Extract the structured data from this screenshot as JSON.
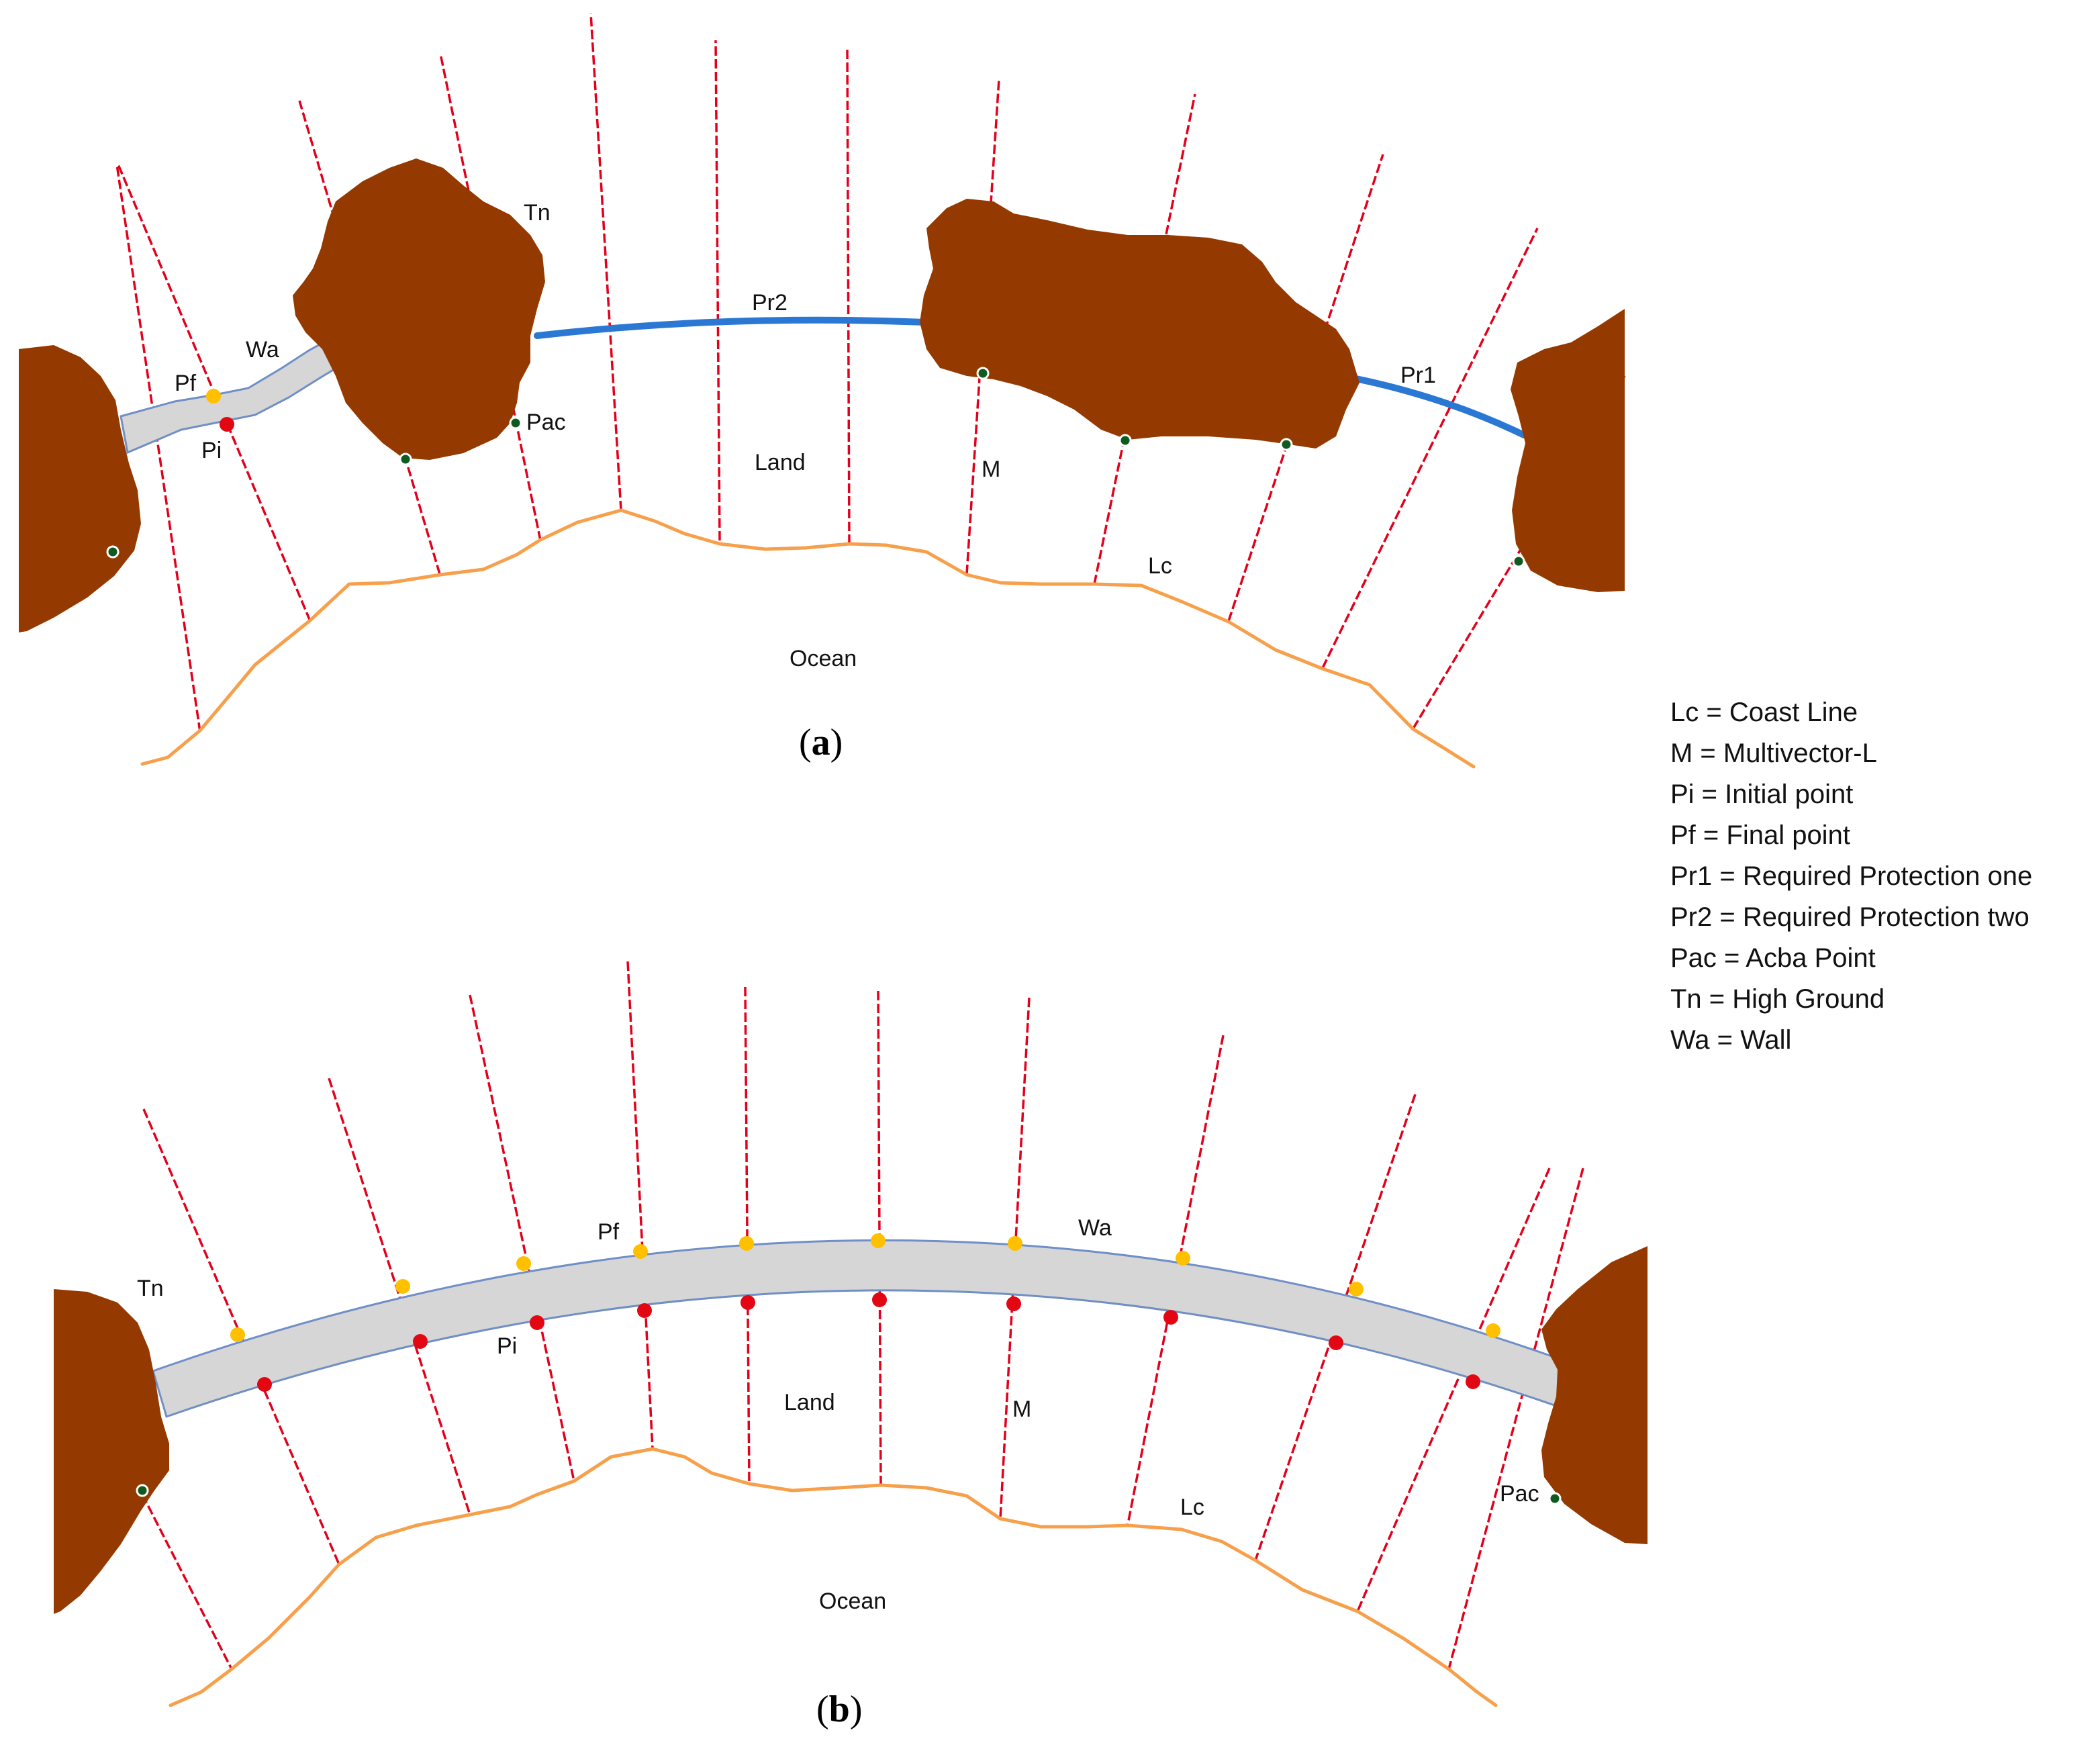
{
  "panel_a": {
    "caption_letter": "a",
    "labels": {
      "tn": "Tn",
      "wa": "Wa",
      "pf": "Pf",
      "pi": "Pi",
      "pac": "Pac",
      "pr2": "Pr2",
      "pr1": "Pr1",
      "land": "Land",
      "m": "M",
      "lc": "Lc",
      "ocean": "Ocean"
    }
  },
  "panel_b": {
    "caption_letter": "b",
    "labels": {
      "tn": "Tn",
      "pf": "Pf",
      "wa": "Wa",
      "pi": "Pi",
      "land": "Land",
      "m": "M",
      "lc": "Lc",
      "pac": "Pac",
      "ocean": "Ocean"
    }
  },
  "legend": {
    "items": [
      "Lc = Coast Line",
      "M = Multivector-L",
      "Pi = Initial point",
      "Pf  = Final point",
      "Pr1 = Required Protection one",
      "Pr2 = Required Protection two",
      "Pac =  Acba Point",
      "Tn = High Ground",
      "Wa = Wall"
    ]
  },
  "colors": {
    "high_ground": "#943a00",
    "vector_lines": "#e3001b",
    "coast_line": "#f7a04b",
    "required_protection": "#2a78d3",
    "wall_fill": "#d6d6d6",
    "wall_edge": "#6f8fc6",
    "initial_point": "#e30613",
    "final_point": "#ffc000",
    "acba_point": "#0f5a1f"
  }
}
